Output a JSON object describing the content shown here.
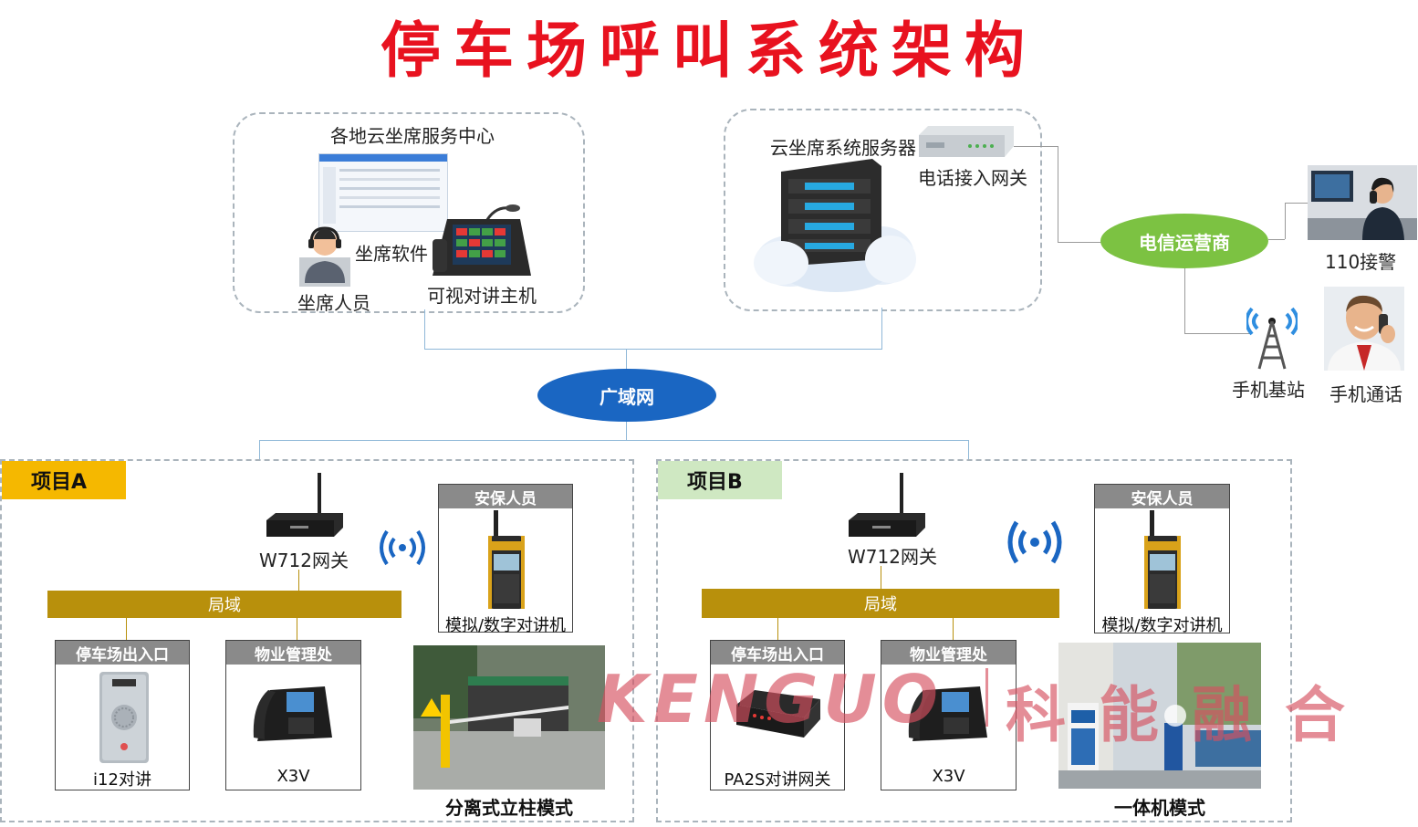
{
  "title": "停车场呼叫系统架构",
  "cloud_center": {
    "title": "各地云坐席服务中心",
    "software_label": "坐席软件",
    "agent_label": "坐席人员",
    "terminal_label": "可视对讲主机"
  },
  "server_group": {
    "server_label": "云坐席系统服务器",
    "gateway_label": "电话接入网关"
  },
  "telecom": {
    "label": "电信运营商",
    "police_label": "110接警",
    "base_station_label": "手机基站",
    "mobile_call_label": "手机通话"
  },
  "wan": {
    "label": "广域网"
  },
  "project_a": {
    "tag": "项目A",
    "gateway_label": "W712网关",
    "lan_label": "局域",
    "guard_title": "安保人员",
    "guard_device": "模拟/数字对讲机",
    "entrance_title": "停车场出入口",
    "entrance_device": "i12对讲",
    "property_title": "物业管理处",
    "property_device": "X3V",
    "mode_caption": "分离式立柱模式"
  },
  "project_b": {
    "tag": "项目B",
    "gateway_label": "W712网关",
    "lan_label": "局域",
    "guard_title": "安保人员",
    "guard_device": "模拟/数字对讲机",
    "entrance_title": "停车场出入口",
    "entrance_device": "PA2S对讲网关",
    "property_title": "物业管理处",
    "property_device": "X3V",
    "mode_caption": "一体机模式"
  },
  "watermark": {
    "latin": "KENGUO",
    "chinese": "科能融合"
  },
  "colors": {
    "title_red": "#e8121f",
    "wan_blue": "#1a66c2",
    "telecom_green": "#7cc242",
    "tag_a_yellow": "#f5b800",
    "tag_b_green": "#cfe8c2",
    "lan_gold": "#b8900c"
  }
}
